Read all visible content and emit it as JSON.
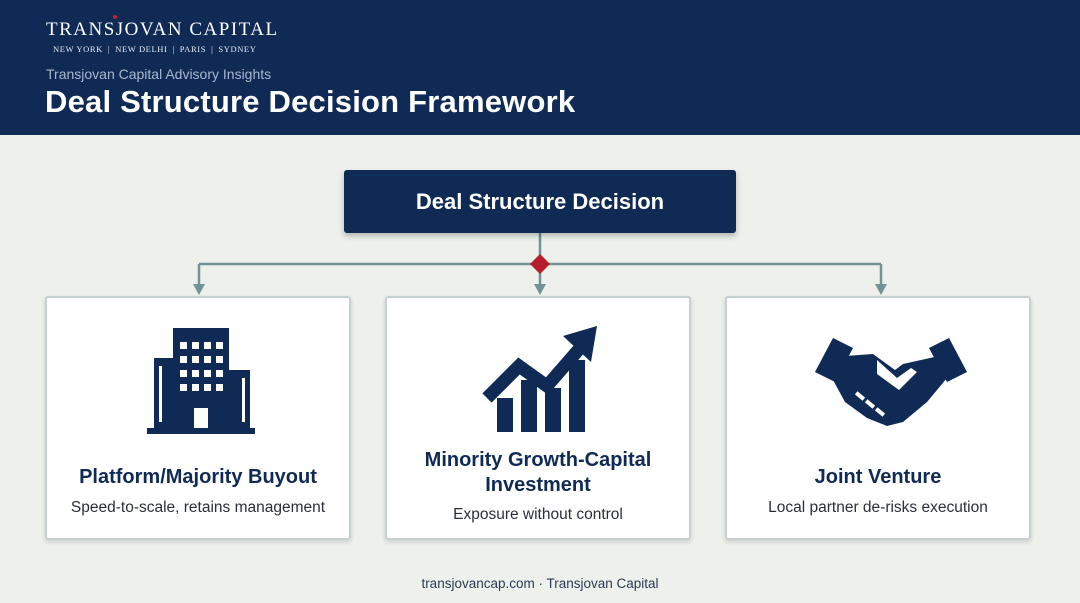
{
  "brand": {
    "name": "TRANSJOVAN CAPITAL",
    "cities": [
      "NEW YORK",
      "NEW DELHI",
      "PARIS",
      "SYDNEY"
    ]
  },
  "header": {
    "subtitle": "Transjovan Capital Advisory Insights",
    "title": "Deal Structure Decision Framework"
  },
  "diagram": {
    "root": "Deal Structure Decision",
    "options": [
      {
        "icon": "office-building-icon",
        "title": "Platform/Majority Buyout",
        "description": "Speed-to-scale, retains management"
      },
      {
        "icon": "growth-chart-icon",
        "title": "Minority Growth-Capital Investment",
        "description": "Exposure without control"
      },
      {
        "icon": "handshake-icon",
        "title": "Joint Venture",
        "description": "Local partner de-risks execution"
      }
    ]
  },
  "footer": {
    "text": "transjovancap.com · Transjovan Capital"
  },
  "colors": {
    "navy": "#0f2a55",
    "connector": "#6f9396",
    "decision-diamond": "#b61e2c",
    "background": "#eef0ec"
  }
}
